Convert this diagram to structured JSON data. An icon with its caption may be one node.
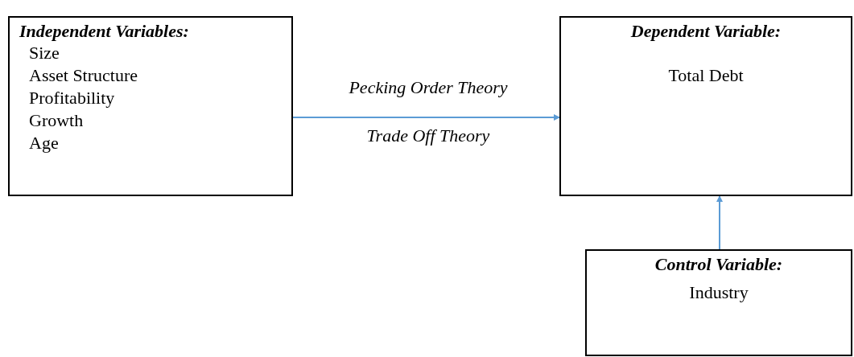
{
  "diagram": {
    "nodes": [
      {
        "text": [
          "Independent Variables:",
          "Size",
          "Asset Structure",
          "Profitability",
          "Growth",
          "Age"
        ]
      },
      {
        "text": [
          "Dependent Variable:",
          "Total Debt"
        ]
      },
      {
        "text": [
          "Control Variable:",
          "Industry"
        ]
      }
    ],
    "edges": [
      {
        "from": 0,
        "to": 1,
        "arrow": "to",
        "label": "Pecking Order Theory"
      },
      {
        "from": 2,
        "to": 1,
        "arrow": "to"
      }
    ],
    "labels": [
      "Trade Off Theory"
    ]
  }
}
